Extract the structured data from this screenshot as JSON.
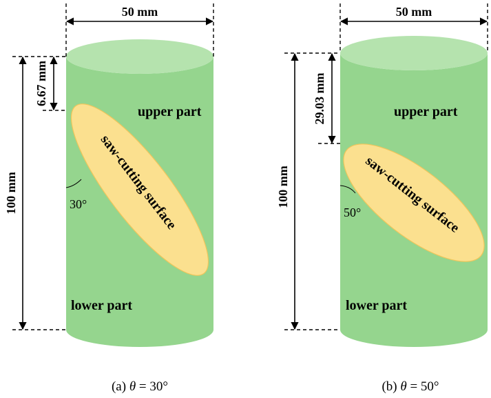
{
  "colors": {
    "cylinder_body": "#95d58e",
    "cylinder_top": "#b5e3ae",
    "cut_surface": "#fbe08f",
    "cut_outline": "#f0c55a",
    "line": "#000000"
  },
  "panels": [
    {
      "id": "a",
      "diameter_label": "50 mm",
      "height_label": "100 mm",
      "offset_label": "6.67 mm",
      "upper_label": "upper part",
      "lower_label": "lower part",
      "surface_label": "saw-cutting surface",
      "angle_label": "30°",
      "caption_prefix": "(a) ",
      "caption_var": "θ",
      "caption_value": " = 30°"
    },
    {
      "id": "b",
      "diameter_label": "50 mm",
      "height_label": "100 mm",
      "offset_label": "29.03 mm",
      "upper_label": "upper part",
      "lower_label": "lower part",
      "surface_label": "saw-cutting surface",
      "angle_label": "50°",
      "caption_prefix": "(b) ",
      "caption_var": "θ",
      "caption_value": " = 50°"
    }
  ]
}
